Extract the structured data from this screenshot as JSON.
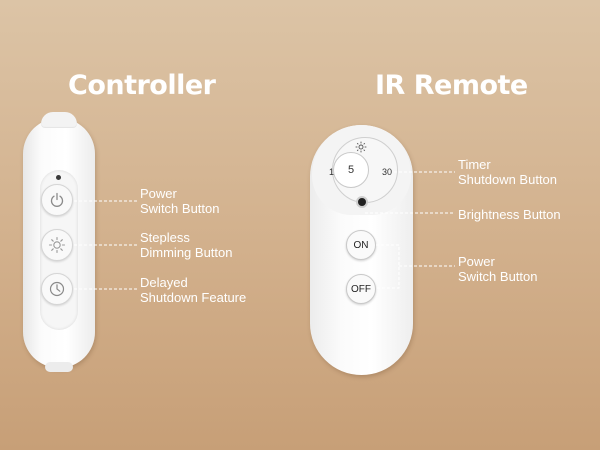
{
  "titles": {
    "controller": "Controller",
    "remote": "IR Remote"
  },
  "controller": {
    "power": {
      "line1": "Power",
      "line2": "Switch Button",
      "icon": "power-icon"
    },
    "dimming": {
      "line1": "Stepless",
      "line2": "Dimming Button",
      "icon": "sun-icon"
    },
    "timer": {
      "line1": "Delayed",
      "line2": "Shutdown Feature",
      "icon": "clock-icon"
    }
  },
  "remote": {
    "dial": {
      "left": "15",
      "center": "5",
      "right": "30"
    },
    "buttons": {
      "on": "ON",
      "off": "OFF"
    },
    "labels": {
      "timer": {
        "line1": "Timer",
        "line2": "Shutdown Button"
      },
      "brightness": "Brightness Button",
      "power": {
        "line1": "Power",
        "line2": "Switch Button"
      }
    }
  },
  "colors": {
    "background_top": "#dcc4a6",
    "background_bottom": "#c79f77",
    "text": "#ffffff",
    "device": "#ffffff"
  }
}
